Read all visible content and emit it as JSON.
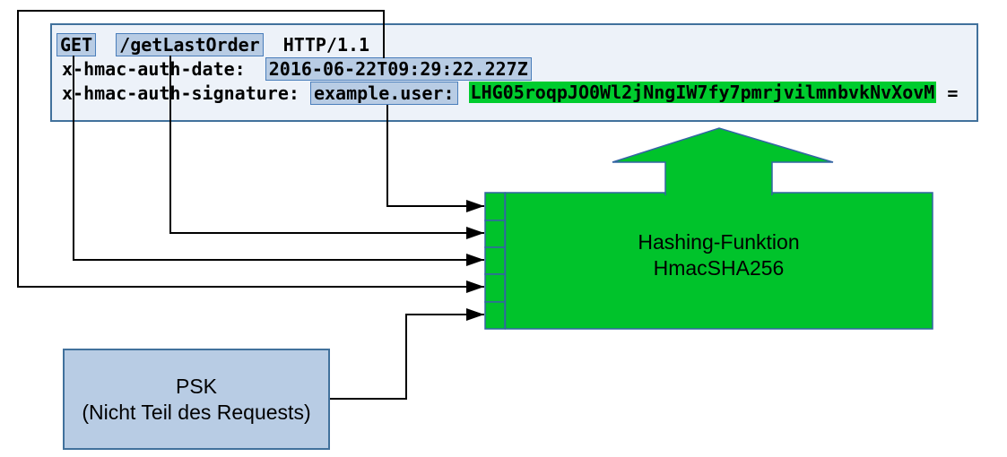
{
  "request": {
    "method": "GET",
    "path": "/getLastOrder",
    "protocol": "HTTP/1.1",
    "date_header_label": "x-hmac-auth-date:",
    "date_value": "2016-06-22T09:29:22.227Z",
    "signature_header_label": "x-hmac-auth-signature:",
    "signature_user": "example.user:",
    "signature_value": "LHG05roqpJO0Wl2jNngIW7fy7pmrjvilmnbvkNvXovM",
    "signature_suffix": "="
  },
  "hash_function": {
    "name": "Hashing-Funktion",
    "algorithm": "HmacSHA256"
  },
  "psk": {
    "title": "PSK",
    "subtitle": "(Nicht Teil des Requests)"
  },
  "colors": {
    "highlight_blue": "#b8cce4",
    "highlight_border_blue": "#4a7ebb",
    "box_border_blue": "#41719c",
    "request_box_bg": "#edf2f9",
    "signature_green": "#00cc2e",
    "hash_green": "#00c32b",
    "connector_black": "#000000"
  }
}
